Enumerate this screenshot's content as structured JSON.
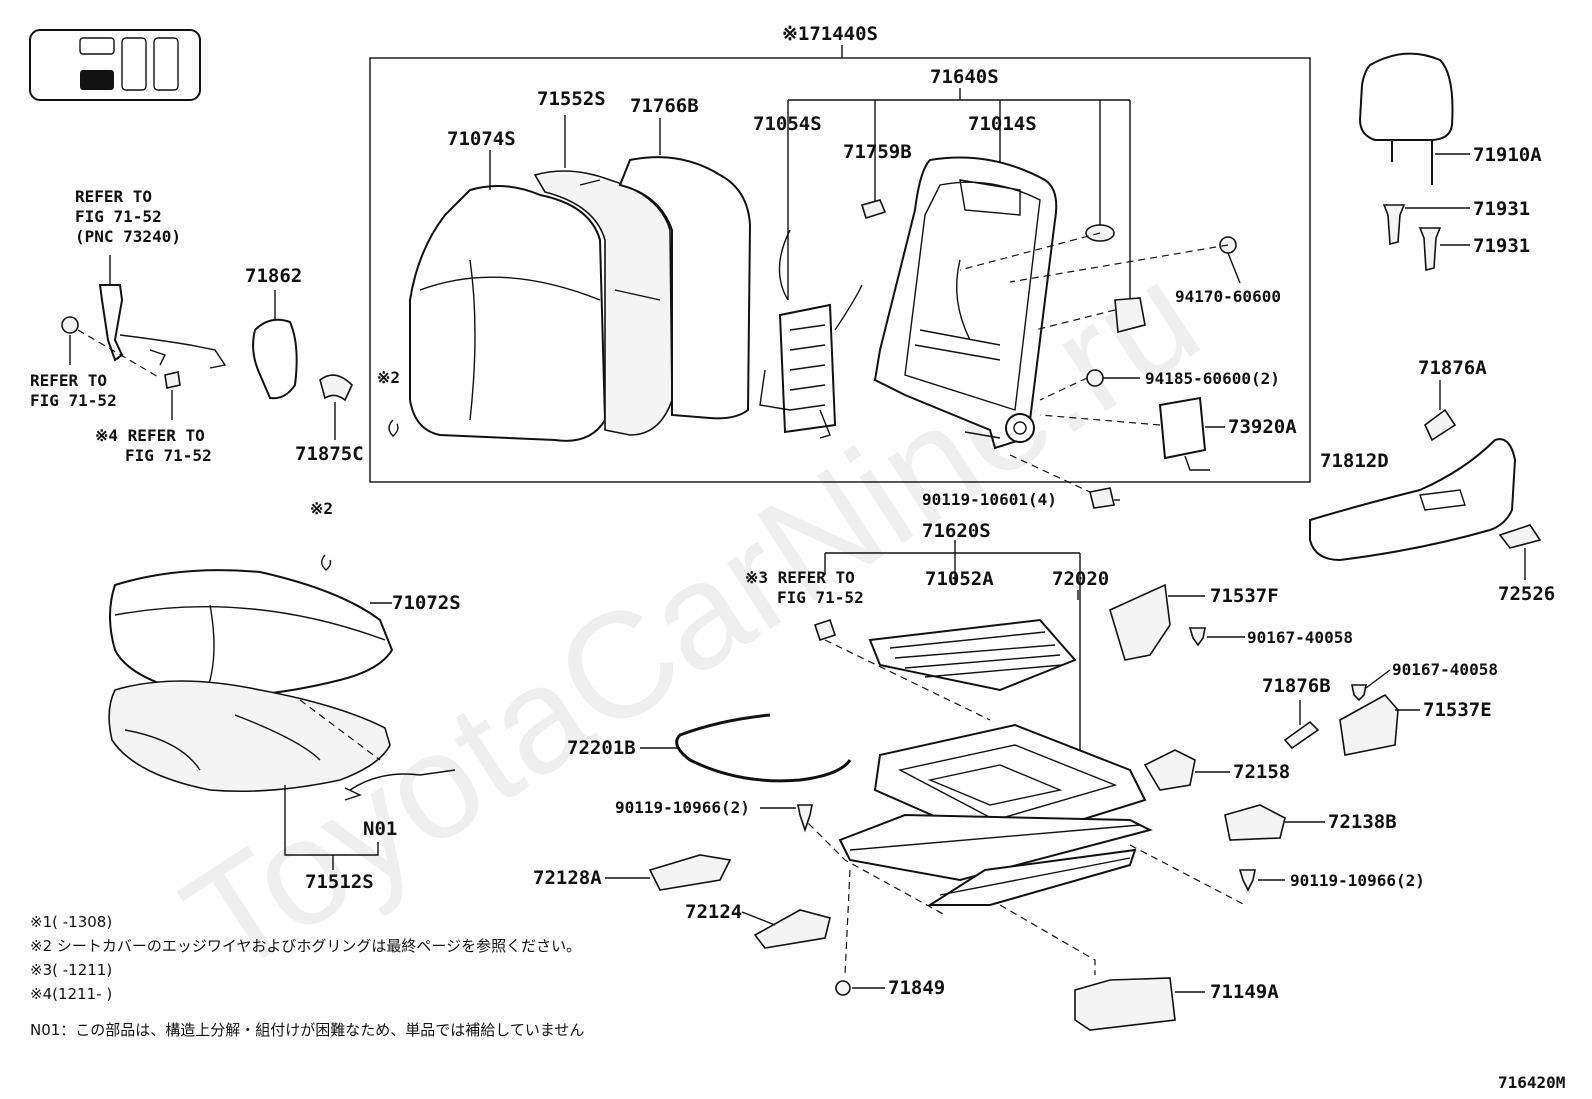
{
  "watermark": "ToyotaCarNine.ru",
  "figure_code": "716420M",
  "labels": {
    "p71440S": "※171440S",
    "p71640S": "71640S",
    "p71552S": "71552S",
    "p71766B": "71766B",
    "p71074S": "71074S",
    "p71054S": "71054S",
    "p71759B": "71759B",
    "p71014S": "71014S",
    "p94170": "94170-60600",
    "p94185": "94185-60600(2)",
    "p73920A": "73920A",
    "p90119_10601": "90119-10601(4)",
    "p71910A": "71910A",
    "p71931a": "71931",
    "p71931b": "71931",
    "p71876A": "71876A",
    "p71812D": "71812D",
    "p72526": "72526",
    "p71862": "71862",
    "p71875C": "71875C",
    "mark2a": "※2",
    "mark2b": "※2",
    "p71072S": "71072S",
    "p71512S": "71512S",
    "pN01": "N01",
    "p71620S": "71620S",
    "p71052A": "71052A",
    "p72020": "72020",
    "p71537F": "71537F",
    "p90167a": "90167-40058",
    "p90167b": "90167-40058",
    "p71876B": "71876B",
    "p71537E": "71537E",
    "p72201B": "72201B",
    "p90119_10966a": "90119-10966(2)",
    "p72158": "72158",
    "p72138B": "72138B",
    "p90119_10966b": "90119-10966(2)",
    "p72128A": "72128A",
    "p72124": "72124",
    "p71849": "71849",
    "p71149A": "71149A"
  },
  "refs": {
    "r1_l1": "REFER TO",
    "r1_l2": "FIG 71-52",
    "r1_l3": "(PNC 73240)",
    "r2_l1": "REFER TO",
    "r2_l2": "FIG 71-52",
    "r3_l1": "※4 REFER TO",
    "r3_l2": "FIG 71-52",
    "r4_l1": "※3 REFER TO",
    "r4_l2": "FIG 71-52"
  },
  "notes": [
    "※1(     -1308)",
    "※2 シートカバーのエッジワイヤおよびホグリングは最終ページを参照ください。",
    "※3(     -1211)",
    "※4(1211-     )",
    "N01：この部品は、構造上分解・組付けが困難なため、単品では補給していません"
  ]
}
